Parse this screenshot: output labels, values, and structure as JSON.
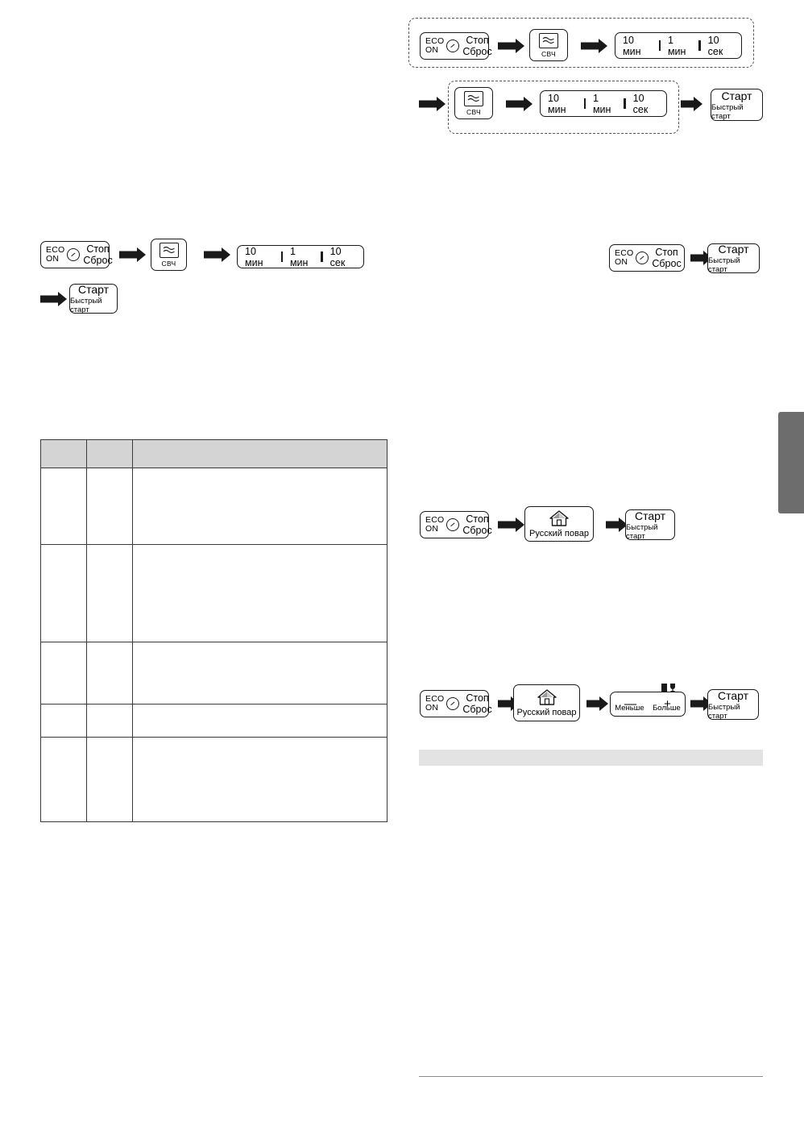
{
  "document": {
    "language": "ru",
    "page_background": "#ffffff"
  },
  "keys": {
    "eco_line1": "ECO",
    "eco_line2": "ON",
    "stop_line1": "Стоп",
    "stop_line2": "Сброс",
    "start_big": "Старт",
    "start_small": "Быстрый старт",
    "microwave_label": "СВЧ",
    "cook_label": "Русский повар",
    "less_sign": "—",
    "more_sign": "+",
    "less_label": "Меньше",
    "more_label": "Больше"
  },
  "time_segments": {
    "seg1": "10 мин",
    "seg2": "1 мин",
    "seg3": "10 сек"
  },
  "sequences": [
    {
      "name": "top-right-sequence-1",
      "steps": [
        "eco-stop-key",
        "arrow",
        "microwave-key",
        "arrow",
        "time-box"
      ]
    },
    {
      "name": "top-right-sequence-2",
      "steps": [
        "arrow",
        "microwave-key",
        "arrow",
        "time-box",
        "arrow",
        "start-key"
      ]
    },
    {
      "name": "left-sequence-1",
      "steps": [
        "eco-stop-key",
        "arrow",
        "microwave-key",
        "arrow",
        "time-box",
        "arrow",
        "start-key"
      ]
    },
    {
      "name": "right-sequence-eco-start",
      "steps": [
        "eco-stop-key",
        "arrow",
        "start-key"
      ]
    },
    {
      "name": "right-sequence-cook",
      "steps": [
        "eco-stop-key",
        "arrow",
        "cook-key",
        "arrow",
        "start-key"
      ]
    },
    {
      "name": "right-sequence-cook-amount",
      "steps": [
        "eco-stop-key",
        "arrow",
        "cook-key",
        "arrow",
        "less-more-key",
        "arrow",
        "start-key"
      ]
    }
  ],
  "table": {
    "header": [
      "",
      "",
      ""
    ],
    "rows": [
      {
        "c1": "",
        "c2": "",
        "c3": ""
      },
      {
        "c1": "",
        "c2": "",
        "c3": ""
      },
      {
        "c1": "",
        "c2": "",
        "c3": ""
      },
      {
        "c1": "",
        "c2": "",
        "c3": ""
      },
      {
        "c1": "",
        "c2": "",
        "c3": ""
      }
    ]
  },
  "colors": {
    "ink": "#1a1a1a",
    "table_header_fill": "#d4d4d4",
    "band_fill": "#e3e3e3",
    "side_tab_fill": "#6d6d6d",
    "dashed_border": "#555555"
  }
}
